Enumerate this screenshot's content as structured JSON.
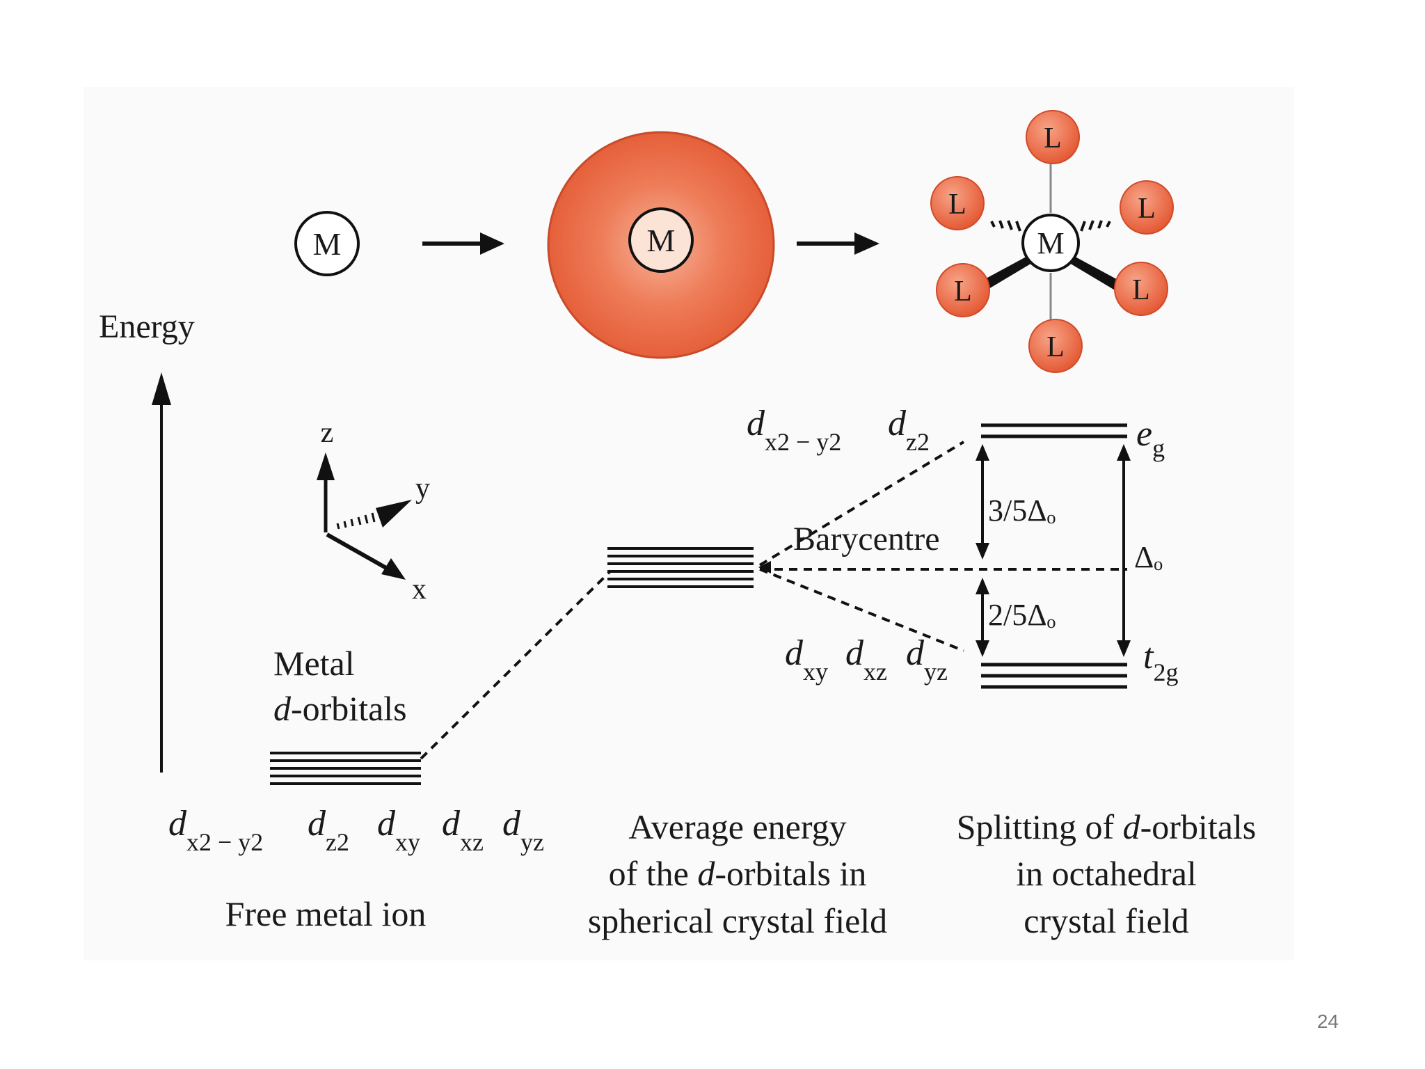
{
  "energy_label": "Energy",
  "metal_symbol": "M",
  "ligand_symbol": "L",
  "axes": {
    "z": "z",
    "y": "y",
    "x": "x"
  },
  "metal_d_orbitals": {
    "line1": "Metal",
    "line2_italic": "d",
    "line2_rest": "-orbitals"
  },
  "free_ion_orbitals": {
    "d1_sub": "x2 − y2",
    "d2_sub": "z2",
    "d3_sub": "xy",
    "d4_sub": "xz",
    "d5_sub": "yz",
    "d": "d"
  },
  "eg_orbitals": {
    "d1_sub": "x2 − y2",
    "d2_sub": "z2"
  },
  "t2g_orbitals": {
    "d1_sub": "xy",
    "d2_sub": "xz",
    "d3_sub": "yz"
  },
  "eg_label": {
    "main": "e",
    "sub": "g"
  },
  "t2g_label": {
    "main": "t",
    "sub": "2g"
  },
  "barycentre": "Barycentre",
  "three_fifths": "3/5Δₒ",
  "two_fifths": "2/5Δₒ",
  "delta_o": "Δₒ",
  "captions": {
    "free_ion": "Free metal ion",
    "spherical_line1": "Average energy",
    "spherical_line2_a": "of the ",
    "spherical_line2_d": "d",
    "spherical_line2_b": "-orbitals in",
    "spherical_line3": "spherical crystal field",
    "octa_line1_a": "Splitting of ",
    "octa_line1_d": "d",
    "octa_line1_b": "-orbitals",
    "octa_line2": "in octahedral",
    "octa_line3": "crystal field"
  },
  "slide_number": "24",
  "colors": {
    "ligand": "#e8613f",
    "sphere": "#ea6a45",
    "metal_fill": "#fbe3d6"
  }
}
